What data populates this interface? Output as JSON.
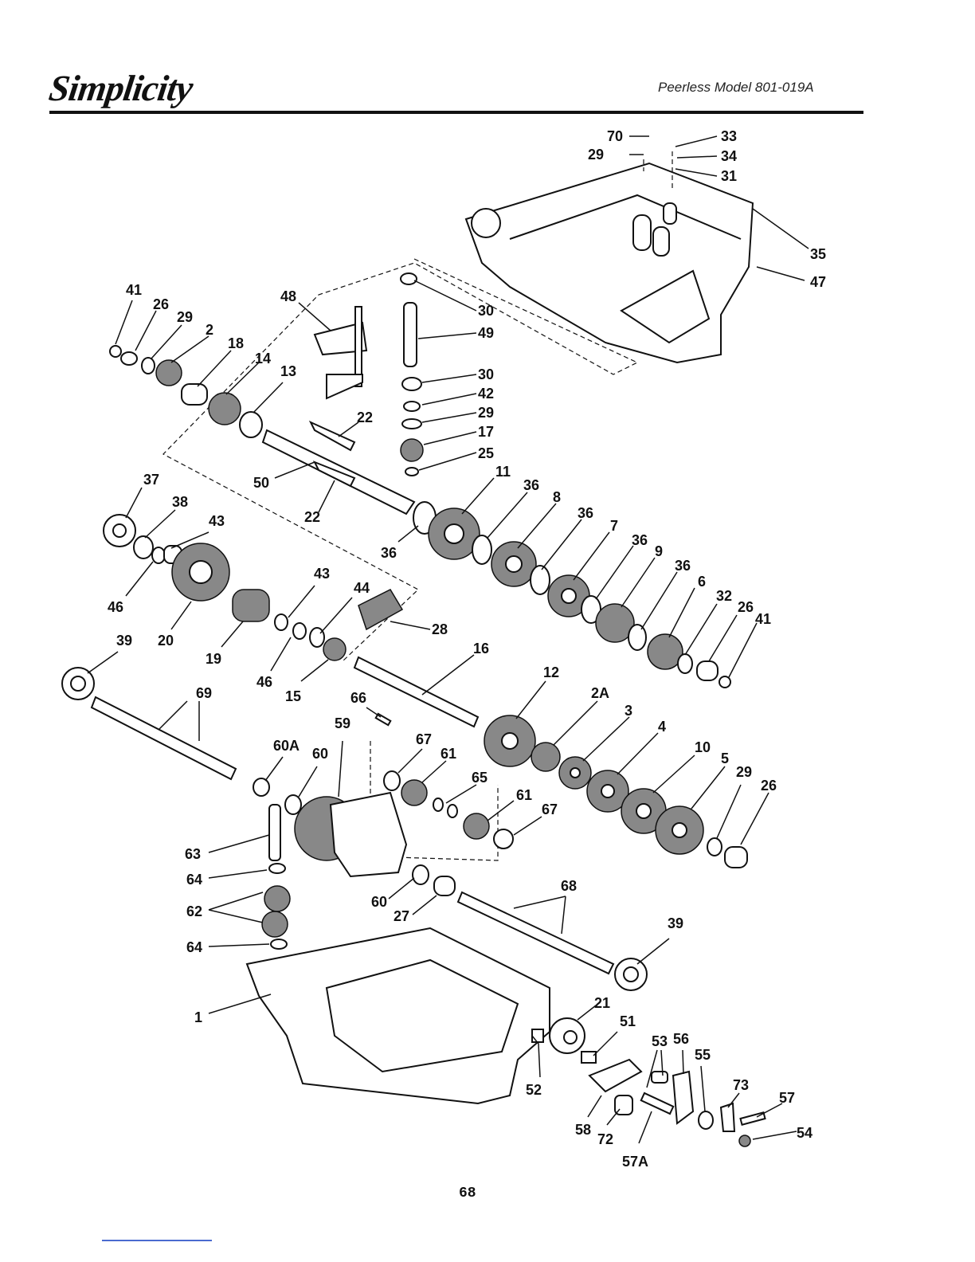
{
  "header": {
    "brand": "Simplicity",
    "model": "Peerless Model 801-019A"
  },
  "page_number": "68",
  "callouts": [
    {
      "id": "c70",
      "label": "70"
    },
    {
      "id": "c29a",
      "label": "29"
    },
    {
      "id": "c33",
      "label": "33"
    },
    {
      "id": "c34",
      "label": "34"
    },
    {
      "id": "c31",
      "label": "31"
    },
    {
      "id": "c35",
      "label": "35"
    },
    {
      "id": "c47",
      "label": "47"
    },
    {
      "id": "c41a",
      "label": "41"
    },
    {
      "id": "c26a",
      "label": "26"
    },
    {
      "id": "c29b",
      "label": "29"
    },
    {
      "id": "c2",
      "label": "2"
    },
    {
      "id": "c18",
      "label": "18"
    },
    {
      "id": "c14",
      "label": "14"
    },
    {
      "id": "c13",
      "label": "13"
    },
    {
      "id": "c48",
      "label": "48"
    },
    {
      "id": "c30a",
      "label": "30"
    },
    {
      "id": "c49",
      "label": "49"
    },
    {
      "id": "c30b",
      "label": "30"
    },
    {
      "id": "c42",
      "label": "42"
    },
    {
      "id": "c29c",
      "label": "29"
    },
    {
      "id": "c17",
      "label": "17"
    },
    {
      "id": "c25",
      "label": "25"
    },
    {
      "id": "c22a",
      "label": "22"
    },
    {
      "id": "c50",
      "label": "50"
    },
    {
      "id": "c22b",
      "label": "22"
    },
    {
      "id": "c36a",
      "label": "36"
    },
    {
      "id": "c11",
      "label": "11"
    },
    {
      "id": "c36b",
      "label": "36"
    },
    {
      "id": "c8",
      "label": "8"
    },
    {
      "id": "c36c",
      "label": "36"
    },
    {
      "id": "c7",
      "label": "7"
    },
    {
      "id": "c36d",
      "label": "36"
    },
    {
      "id": "c9",
      "label": "9"
    },
    {
      "id": "c36e",
      "label": "36"
    },
    {
      "id": "c6",
      "label": "6"
    },
    {
      "id": "c32",
      "label": "32"
    },
    {
      "id": "c26b",
      "label": "26"
    },
    {
      "id": "c41b",
      "label": "41"
    },
    {
      "id": "c37",
      "label": "37"
    },
    {
      "id": "c38",
      "label": "38"
    },
    {
      "id": "c43a",
      "label": "43"
    },
    {
      "id": "c46a",
      "label": "46"
    },
    {
      "id": "c20",
      "label": "20"
    },
    {
      "id": "c19",
      "label": "19"
    },
    {
      "id": "c43b",
      "label": "43"
    },
    {
      "id": "c44",
      "label": "44"
    },
    {
      "id": "c28",
      "label": "28"
    },
    {
      "id": "c46b",
      "label": "46"
    },
    {
      "id": "c15",
      "label": "15"
    },
    {
      "id": "c16",
      "label": "16"
    },
    {
      "id": "c39a",
      "label": "39"
    },
    {
      "id": "c69",
      "label": "69"
    },
    {
      "id": "c12",
      "label": "12"
    },
    {
      "id": "c2A",
      "label": "2A"
    },
    {
      "id": "c3",
      "label": "3"
    },
    {
      "id": "c4",
      "label": "4"
    },
    {
      "id": "c10",
      "label": "10"
    },
    {
      "id": "c5",
      "label": "5"
    },
    {
      "id": "c29d",
      "label": "29"
    },
    {
      "id": "c26c",
      "label": "26"
    },
    {
      "id": "c66",
      "label": "66"
    },
    {
      "id": "c59",
      "label": "59"
    },
    {
      "id": "c60A",
      "label": "60A"
    },
    {
      "id": "c60a",
      "label": "60"
    },
    {
      "id": "c67a",
      "label": "67"
    },
    {
      "id": "c61a",
      "label": "61"
    },
    {
      "id": "c65",
      "label": "65"
    },
    {
      "id": "c61b",
      "label": "61"
    },
    {
      "id": "c67b",
      "label": "67"
    },
    {
      "id": "c63",
      "label": "63"
    },
    {
      "id": "c64a",
      "label": "64"
    },
    {
      "id": "c60b",
      "label": "60"
    },
    {
      "id": "c27",
      "label": "27"
    },
    {
      "id": "c68",
      "label": "68"
    },
    {
      "id": "c62",
      "label": "62"
    },
    {
      "id": "c64b",
      "label": "64"
    },
    {
      "id": "c39b",
      "label": "39"
    },
    {
      "id": "c1",
      "label": "1"
    },
    {
      "id": "c21",
      "label": "21"
    },
    {
      "id": "c51",
      "label": "51"
    },
    {
      "id": "c53",
      "label": "53"
    },
    {
      "id": "c56",
      "label": "56"
    },
    {
      "id": "c55",
      "label": "55"
    },
    {
      "id": "c52",
      "label": "52"
    },
    {
      "id": "c73",
      "label": "73"
    },
    {
      "id": "c57",
      "label": "57"
    },
    {
      "id": "c54",
      "label": "54"
    },
    {
      "id": "c58",
      "label": "58"
    },
    {
      "id": "c72",
      "label": "72"
    },
    {
      "id": "c57A",
      "label": "57A"
    }
  ]
}
